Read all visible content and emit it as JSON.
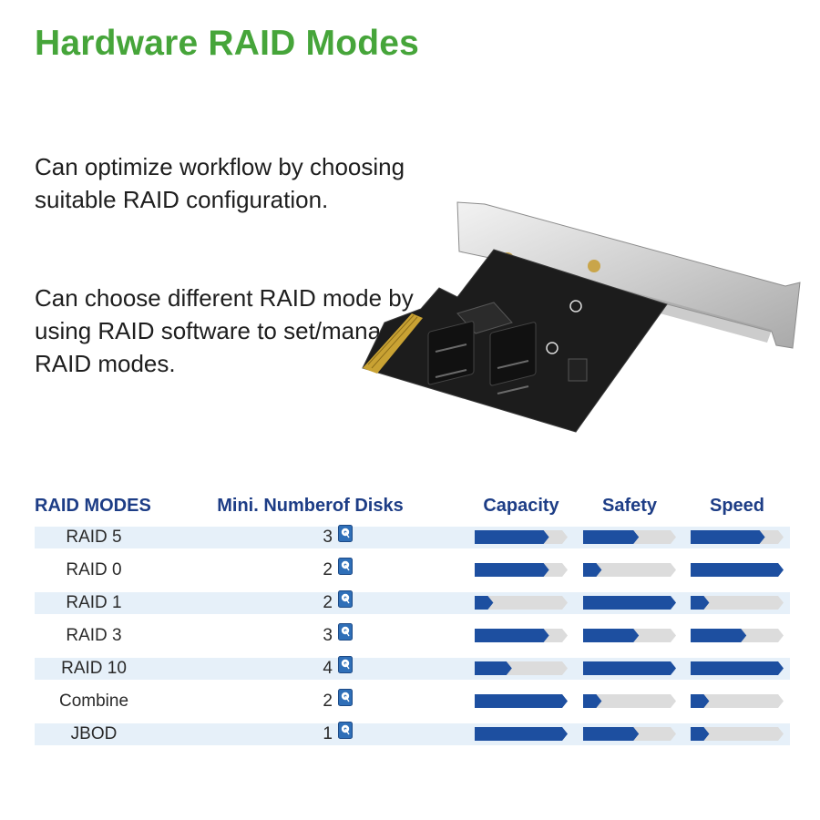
{
  "title": "Hardware RAID Modes",
  "paragraphs": [
    "Can optimize workflow by choosing suitable RAID configuration.",
    "Can choose different RAID mode by using RAID software to set/manage RAID modes."
  ],
  "colors": {
    "title": "#46a53a",
    "header_text": "#1d3d86",
    "bar_fill": "#1d4fa0",
    "bar_track": "#dcdcdc",
    "row_stripe": "#e6f0f9"
  },
  "icons": {
    "disk": "hard-disk-icon"
  },
  "table": {
    "headers": {
      "mode": "RAID MODES",
      "disks": "Mini. Numberof Disks",
      "capacity": "Capacity",
      "safety": "Safety",
      "speed": "Speed"
    },
    "rows": [
      {
        "mode": "RAID 5",
        "disks": "3",
        "capacity": 0.8,
        "safety": 0.6,
        "speed": 0.8
      },
      {
        "mode": "RAID 0",
        "disks": "2",
        "capacity": 0.8,
        "safety": 0.2,
        "speed": 1.0
      },
      {
        "mode": "RAID 1",
        "disks": "2",
        "capacity": 0.2,
        "safety": 1.0,
        "speed": 0.2
      },
      {
        "mode": "RAID 3",
        "disks": "3",
        "capacity": 0.8,
        "safety": 0.6,
        "speed": 0.6
      },
      {
        "mode": "RAID 10",
        "disks": "4",
        "capacity": 0.4,
        "safety": 1.0,
        "speed": 1.0
      },
      {
        "mode": "Combine",
        "disks": "2",
        "capacity": 1.0,
        "safety": 0.2,
        "speed": 0.2
      },
      {
        "mode": "JBOD",
        "disks": "1",
        "capacity": 1.0,
        "safety": 0.6,
        "speed": 0.2
      }
    ]
  }
}
